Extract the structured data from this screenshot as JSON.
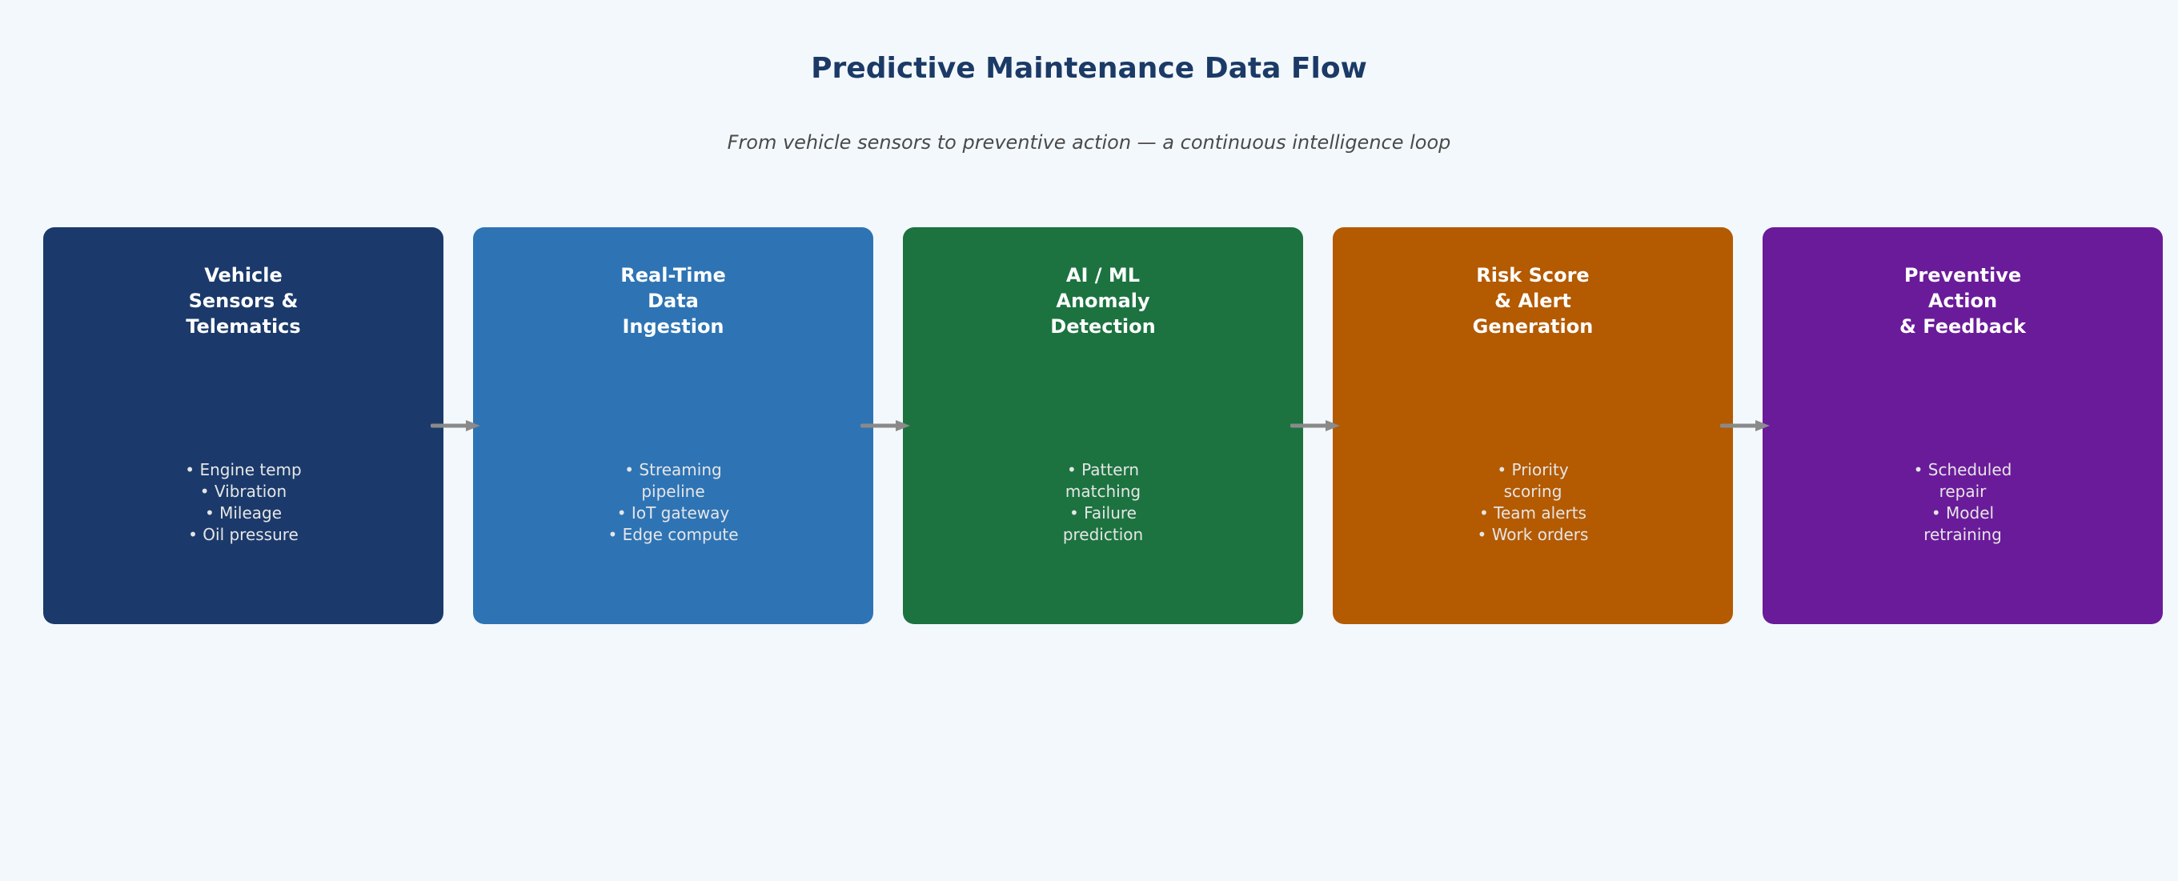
{
  "title": "Predictive Maintenance Data Flow",
  "subtitle": "From vehicle sensors to preventive action — a continuous intelligence loop",
  "colors": {
    "background": "#f3f8fc",
    "title": "#1b3a66",
    "arrow": "#8a8a8a"
  },
  "stages": [
    {
      "title": "Vehicle\nSensors &\nTelematics",
      "items": "• Engine temp\n• Vibration\n• Mileage\n• Oil pressure",
      "color": "#1b3a6b"
    },
    {
      "title": "Real-Time\nData\nIngestion",
      "items": "• Streaming\n  pipeline\n• IoT gateway\n• Edge compute",
      "color": "#2e74b5"
    },
    {
      "title": "AI / ML\nAnomaly\nDetection",
      "items": "• Pattern\n  matching\n• Failure\n  prediction",
      "color": "#1c7340"
    },
    {
      "title": "Risk Score\n& Alert\nGeneration",
      "items": "• Priority\n  scoring\n• Team alerts\n• Work orders",
      "color": "#b45a00"
    },
    {
      "title": "Preventive\nAction\n& Feedback",
      "items": "• Scheduled\n  repair\n• Model\n  retraining",
      "color": "#6a1b9a"
    }
  ]
}
